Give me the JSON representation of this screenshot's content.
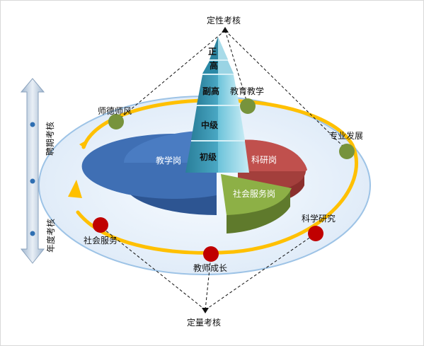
{
  "top_label": "定性考核",
  "bottom_label": "定量考核",
  "vertical_axis": {
    "top_label": "聘期考核",
    "bottom_label": "年度考核"
  },
  "pyramid_levels": [
    "正",
    "高",
    "副高",
    "中级",
    "初级"
  ],
  "pie_segments": [
    {
      "label": "教学岗",
      "color": "#3f6fb4"
    },
    {
      "label": "科研岗",
      "color": "#c0504d"
    },
    {
      "label": "社会服务岗",
      "color": "#8db046"
    }
  ],
  "qualitative_items": [
    {
      "label": "师德师风"
    },
    {
      "label": "教育教学"
    },
    {
      "label": "专业发展"
    }
  ],
  "quantitative_items": [
    {
      "label": "社会服务"
    },
    {
      "label": "教师成长"
    },
    {
      "label": "科学研究"
    }
  ],
  "colors": {
    "ring": "#ffc000",
    "qualitative_node": "#77933c",
    "quantitative_node": "#c00000",
    "ellipse_fill": "#e9f2fb",
    "ellipse_stroke": "#9dc3e6"
  }
}
